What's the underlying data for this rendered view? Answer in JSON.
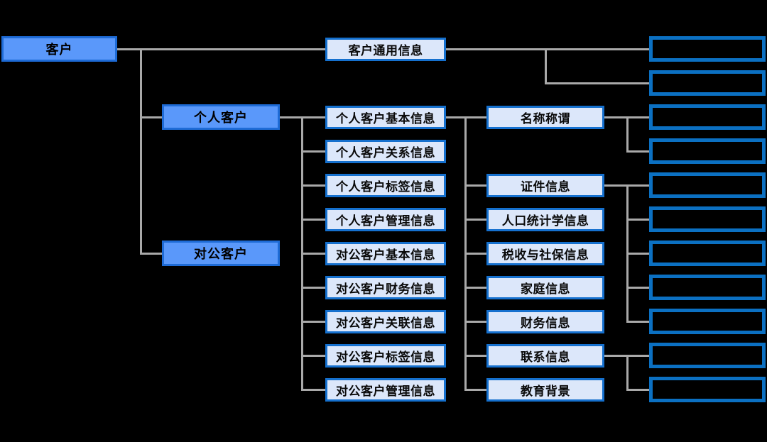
{
  "diagram": {
    "type": "org-hierarchy-tree",
    "background": "#000000",
    "colors": {
      "primary_node_fill": "#5a98fa",
      "primary_node_border": "#1e6bd6",
      "detail_node_fill": "#dce7fa",
      "detail_node_border": "#1570ce",
      "empty_node_fill": "#000000",
      "empty_node_border": "#0b70c2",
      "connector_line": "#a9a9a9",
      "text": "#000000"
    },
    "nodes": [
      {
        "id": "kehu",
        "label": "客户",
        "col": 0,
        "row": 0,
        "kind": "solid"
      },
      {
        "id": "geren-kehu",
        "label": "个人客户",
        "col": 1,
        "row": 2,
        "kind": "solid"
      },
      {
        "id": "duigong-kehu",
        "label": "对公客户",
        "col": 1,
        "row": 6,
        "kind": "solid"
      },
      {
        "id": "kehu-tongyong",
        "label": "客户通用信息",
        "col": 2,
        "row": 0,
        "kind": "light"
      },
      {
        "id": "geren-jiben",
        "label": "个人客户基本信息",
        "col": 2,
        "row": 2,
        "kind": "light"
      },
      {
        "id": "geren-guanxi",
        "label": "个人客户关系信息",
        "col": 2,
        "row": 3,
        "kind": "light"
      },
      {
        "id": "geren-biaoqian",
        "label": "个人客户标签信息",
        "col": 2,
        "row": 4,
        "kind": "light"
      },
      {
        "id": "geren-guanli",
        "label": "个人客户管理信息",
        "col": 2,
        "row": 5,
        "kind": "light"
      },
      {
        "id": "duigong-jiben",
        "label": "对公客户基本信息",
        "col": 2,
        "row": 6,
        "kind": "light"
      },
      {
        "id": "duigong-caiwu",
        "label": "对公客户财务信息",
        "col": 2,
        "row": 7,
        "kind": "light"
      },
      {
        "id": "duigong-guanlian",
        "label": "对公客户关联信息",
        "col": 2,
        "row": 8,
        "kind": "light"
      },
      {
        "id": "duigong-biaoqian",
        "label": "对公客户标签信息",
        "col": 2,
        "row": 9,
        "kind": "light"
      },
      {
        "id": "duigong-guanli",
        "label": "对公客户管理信息",
        "col": 2,
        "row": 10,
        "kind": "light"
      },
      {
        "id": "mingcheng",
        "label": "名称称谓",
        "col": 3,
        "row": 2,
        "kind": "light"
      },
      {
        "id": "zhengjian",
        "label": "证件信息",
        "col": 3,
        "row": 4,
        "kind": "light"
      },
      {
        "id": "renkou",
        "label": "人口统计学信息",
        "col": 3,
        "row": 5,
        "kind": "light"
      },
      {
        "id": "shuishou",
        "label": "税收与社保信息",
        "col": 3,
        "row": 6,
        "kind": "light"
      },
      {
        "id": "jiating",
        "label": "家庭信息",
        "col": 3,
        "row": 7,
        "kind": "light"
      },
      {
        "id": "caiwu",
        "label": "财务信息",
        "col": 3,
        "row": 8,
        "kind": "light"
      },
      {
        "id": "lianxi",
        "label": "联系信息",
        "col": 3,
        "row": 9,
        "kind": "light"
      },
      {
        "id": "jiaoyu",
        "label": "教育背景",
        "col": 3,
        "row": 10,
        "kind": "light"
      },
      {
        "id": "leaf-0",
        "label": "",
        "col": 4,
        "row": 0,
        "kind": "dark"
      },
      {
        "id": "leaf-1",
        "label": "",
        "col": 4,
        "row": 1,
        "kind": "dark"
      },
      {
        "id": "leaf-2",
        "label": "",
        "col": 4,
        "row": 2,
        "kind": "dark"
      },
      {
        "id": "leaf-3",
        "label": "",
        "col": 4,
        "row": 3,
        "kind": "dark"
      },
      {
        "id": "leaf-4",
        "label": "",
        "col": 4,
        "row": 4,
        "kind": "dark"
      },
      {
        "id": "leaf-5",
        "label": "",
        "col": 4,
        "row": 5,
        "kind": "dark"
      },
      {
        "id": "leaf-6",
        "label": "",
        "col": 4,
        "row": 6,
        "kind": "dark"
      },
      {
        "id": "leaf-7",
        "label": "",
        "col": 4,
        "row": 7,
        "kind": "dark"
      },
      {
        "id": "leaf-8",
        "label": "",
        "col": 4,
        "row": 8,
        "kind": "dark"
      },
      {
        "id": "leaf-9",
        "label": "",
        "col": 4,
        "row": 9,
        "kind": "dark"
      },
      {
        "id": "leaf-10",
        "label": "",
        "col": 4,
        "row": 10,
        "kind": "dark"
      }
    ],
    "edges": [
      {
        "parent": "kehu",
        "children": [
          "geren-kehu",
          "duigong-kehu"
        ],
        "jx": 198
      },
      {
        "parent": "kehu",
        "children": [
          "kehu-tongyong"
        ]
      },
      {
        "parent": "geren-kehu",
        "children": [
          "geren-jiben",
          "geren-guanxi",
          "geren-biaoqian",
          "geren-guanli",
          "duigong-jiben",
          "duigong-caiwu",
          "duigong-guanlian",
          "duigong-biaoqian",
          "duigong-guanli"
        ],
        "jx": 425
      },
      {
        "parent": "geren-jiben",
        "children": [
          "mingcheng",
          "zhengjian",
          "renkou",
          "shuishou",
          "jiating",
          "caiwu",
          "lianxi",
          "jiaoyu"
        ],
        "jx": 655
      },
      {
        "parent": "kehu-tongyong",
        "children": [
          "leaf-0",
          "leaf-1"
        ],
        "jx": 768
      },
      {
        "parent": "mingcheng",
        "children": [
          "leaf-2",
          "leaf-3"
        ],
        "jx": 883
      },
      {
        "parent": "zhengjian",
        "children": [
          "leaf-4",
          "leaf-5",
          "leaf-6",
          "leaf-7",
          "leaf-8"
        ],
        "jx": 883
      },
      {
        "parent": "lianxi",
        "children": [
          "leaf-9",
          "leaf-10"
        ],
        "jx": 883
      }
    ]
  }
}
